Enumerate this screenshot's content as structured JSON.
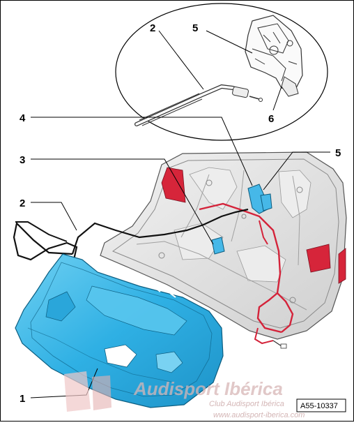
{
  "callouts": {
    "c1": "1",
    "c2_top": "2",
    "c2_left": "2",
    "c3": "3",
    "c4": "4",
    "c5_top": "5",
    "c5_right": "5",
    "c6": "6"
  },
  "reference_code": "A55-10337",
  "watermark": {
    "brand": "Audisport Ibérica",
    "club": "Club Audisport Ibérica",
    "url": "www.audisport-iberica.com"
  },
  "colors": {
    "panel_blue": "#3bb6e6",
    "lid_grey": "#e3e3e3",
    "wire_red": "#d4233a",
    "lock_blue": "#46b8e8"
  }
}
